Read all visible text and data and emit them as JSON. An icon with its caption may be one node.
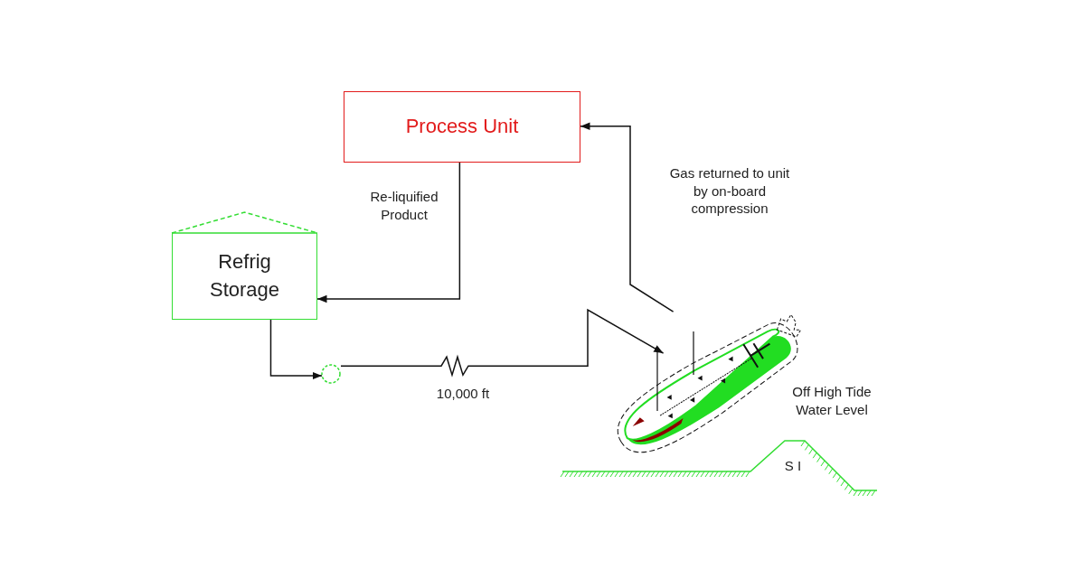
{
  "diagram": {
    "nodes": [
      {
        "text": [
          "Process Unit"
        ]
      },
      {
        "text": [
          "Refrig Storage"
        ]
      },
      {
        "text": [],
        "shape": "circle"
      },
      {
        "text": [],
        "shape": "picture"
      }
    ],
    "edges": [
      {
        "from": 0,
        "to": 1,
        "arrow": "to",
        "label": "Re-liquified Product"
      },
      {
        "from": 1,
        "to": 2,
        "arrow": "to"
      },
      {
        "from": 2,
        "to": 3,
        "arrow": "to",
        "label": "10,000 ft"
      },
      {
        "from": 3,
        "to": 0,
        "arrow": "to",
        "label": "Gas returned to unit by on-board compression"
      }
    ],
    "labels": [
      "Off High Tide Water Level",
      "S I"
    ]
  }
}
